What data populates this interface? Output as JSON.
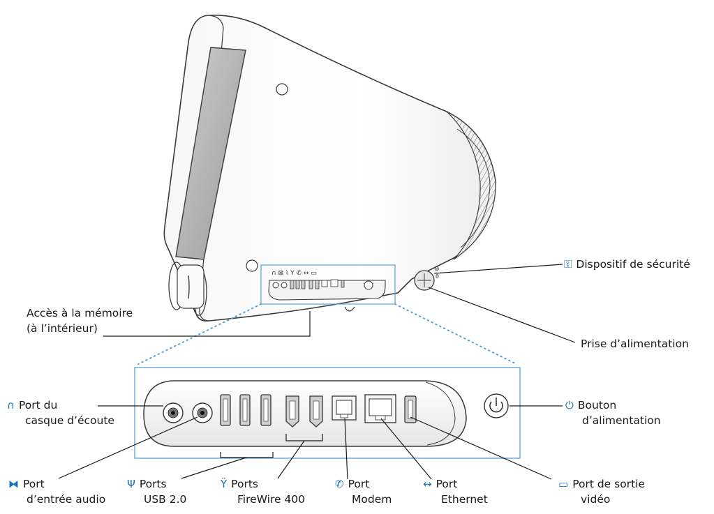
{
  "labels": {
    "security": "Dispositif de sécurité",
    "power_socket": "Prise d’alimentation",
    "memory_line1": "Accès à la mémoire",
    "memory_line2": "(à l’intérieur)",
    "headphone_line1": "Port du",
    "headphone_line2": "casque d’écoute",
    "power_button_line1": "Bouton",
    "power_button_line2": "d’alimentation",
    "audio_in_line1": "Port",
    "audio_in_line2": "d’entrée audio",
    "usb_line1": "Ports",
    "usb_line2": "USB 2.0",
    "firewire_line1": "Ports",
    "firewire_line2": "FireWire 400",
    "modem_line1": "Port",
    "modem_line2": "Modem",
    "ethernet_line1": "Port",
    "ethernet_line2": "Ethernet",
    "video_line1": "Port de sortie",
    "video_line2": "vidéo"
  },
  "icons": {
    "security": "lock-icon",
    "headphone": "headphone-icon",
    "power_button": "power-icon",
    "audio_in": "audio-in-icon",
    "usb": "usb-icon",
    "firewire": "firewire-icon",
    "modem": "modem-icon",
    "ethernet": "ethernet-icon",
    "video": "video-out-icon"
  },
  "colors": {
    "accent": "#1a73b8",
    "line": "#1a1a1a",
    "callout": "#5a9fd4"
  }
}
